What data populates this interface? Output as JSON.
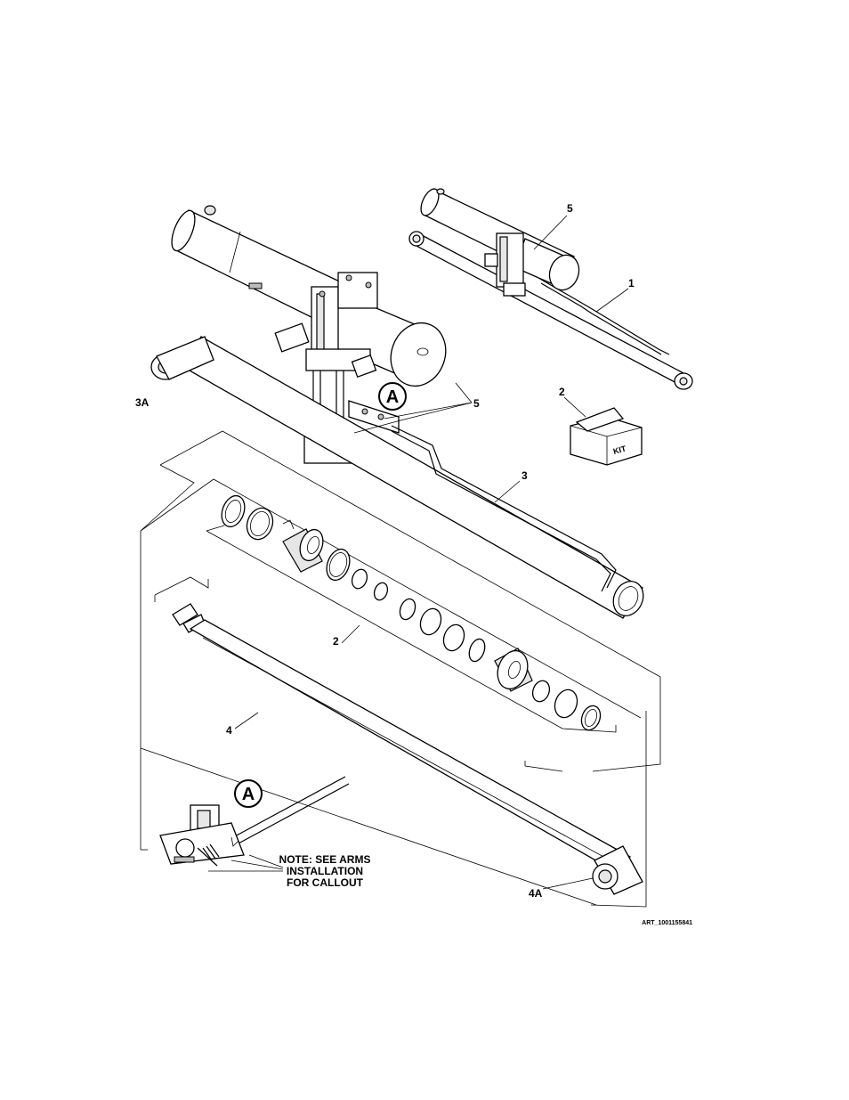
{
  "callouts": {
    "c1": "1",
    "c2_kit": "2",
    "c2_seals": "2",
    "c3": "3",
    "c3a": "3A",
    "c4": "4",
    "c4a": "4A",
    "c5_top": "5",
    "c5_main": "5"
  },
  "detail": {
    "letter_main": "A",
    "letter_inset": "A"
  },
  "kit_box": {
    "label": "KIT"
  },
  "note": {
    "line1": "NOTE:  SEE ARMS",
    "line2": "INSTALLATION",
    "line3": "FOR CALLOUT"
  },
  "art_id": "ART_1001155841"
}
